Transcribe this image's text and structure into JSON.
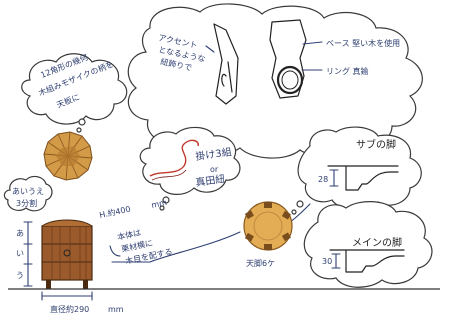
{
  "colors": {
    "ink": "#2f3f72",
    "wood": "#c98f3a",
    "wood_dark": "#8a5a20",
    "chest": "#9a5a2c",
    "ring_red": "#c0392b"
  },
  "top_cloud": {
    "left_note_lines": [
      "アクセント",
      "となるような",
      "紐飾りで"
    ],
    "base_label": "ベース 堅い木を使用",
    "ring_label": "リング 真鍮"
  },
  "left_cloud": {
    "lines": [
      "12角形の幾何",
      "木組みモザイクの柄を",
      "天板に"
    ]
  },
  "cord_cloud": {
    "lines": [
      "掛け3組",
      "or",
      "真田紐"
    ]
  },
  "sub_leg_cloud": {
    "title": "サブの脚",
    "dimension": "28"
  },
  "main_leg_cloud": {
    "title": "メインの脚",
    "dimension": "30"
  },
  "height_note": {
    "text": "H.約400",
    "unit": "mm"
  },
  "material_note": {
    "lines": [
      "本体は",
      "栗材横に",
      "木目を配する"
    ]
  },
  "axis_note": {
    "lines": [
      "あいうえ",
      "3分割"
    ]
  },
  "side_dims": [
    "あ",
    "い",
    "う"
  ],
  "legs_note": "天脚6ケ",
  "width_note": {
    "text": "直径約290",
    "unit": "mm"
  }
}
